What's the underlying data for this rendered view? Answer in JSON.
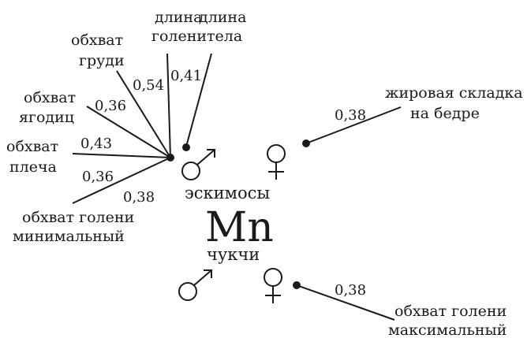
{
  "element": "Mn",
  "groups": {
    "top": "эскимосы",
    "bottom": "чукчи"
  },
  "male_top": [
    {
      "label": [
        "длина",
        "тела"
      ],
      "value": "0,41"
    },
    {
      "label": [
        "длина",
        "голени"
      ],
      "value": "0,54"
    },
    {
      "label": [
        "обхват",
        "груди"
      ],
      "value": "0,36"
    },
    {
      "label": [
        "обхват",
        "ягодиц"
      ],
      "value": "0,43"
    },
    {
      "label": [
        "обхват",
        "плеча"
      ],
      "value": "0,36"
    },
    {
      "label": [
        "обхват голени",
        "минимальный"
      ],
      "value": "0,38"
    }
  ],
  "female_top": {
    "label": [
      "жировая складка",
      "на бедре"
    ],
    "value": "0,38"
  },
  "female_bottom": {
    "label": [
      "обхват голени",
      "максимальный"
    ],
    "value": "0,38"
  }
}
